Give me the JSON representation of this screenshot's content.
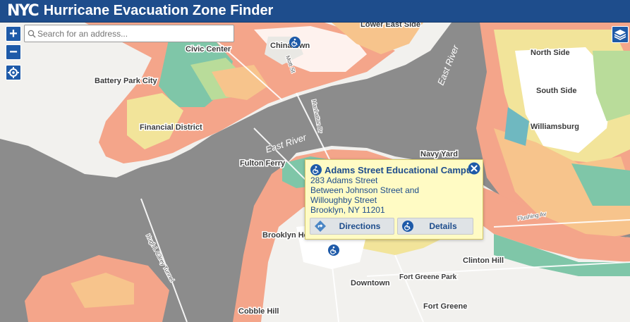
{
  "header": {
    "logo": "NYC",
    "title": "Hurricane Evacuation Zone Finder"
  },
  "controls": {
    "zoom_in": "+",
    "zoom_out": "−",
    "search_placeholder": "Search for an address..."
  },
  "popup": {
    "name": "Adams Street Educational Campus",
    "address": "283 Adams Street",
    "cross_streets": "Between Johnson Street and Willoughby Street",
    "city_line": "Brooklyn, NY 11201",
    "directions_label": "Directions",
    "details_label": "Details"
  },
  "map_labels": {
    "lower_east_side": "Lower East Side",
    "chinatown": "Chinatown",
    "civic_center": "Civic Center",
    "battery_park_city": "Battery Park City",
    "financial_district": "Financial District",
    "north_side": "North Side",
    "south_side": "South Side",
    "williamsburg": "Williamsburg",
    "navy_yard": "Navy Yard",
    "fulton_ferry": "Fulton Ferry",
    "brooklyn_heights": "Brooklyn He",
    "clinton_hill": "Clinton Hill",
    "fort_greene_park": "Fort Greene Park",
    "downtown": "Downtown",
    "fort_greene": "Fort Greene",
    "cobble_hill": "Cobble Hill",
    "east_river_1": "East River",
    "east_river_2": "East River",
    "mott_st": "Mott St",
    "manhattan_bridge": "Manhattan Br",
    "flushing_av": "Flushing Av",
    "hugh_l_carey": "Hugh L Carey Tunnel"
  },
  "zone_colors": {
    "zone_1": "#f4a58a",
    "zone_2": "#f7c48c",
    "zone_3": "#f2e49a",
    "zone_4": "#b9dc9a",
    "zone_5": "#7fc6a8",
    "zone_6": "#6fb8c0",
    "water": "#8c8c8c",
    "land": "#f2f1ee",
    "accent": "#1e5aa8"
  }
}
